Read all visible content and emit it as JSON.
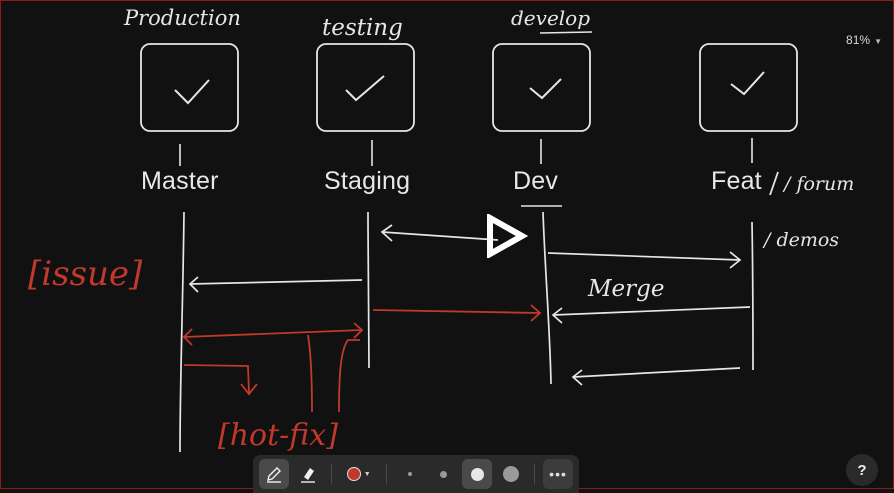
{
  "annotations": {
    "production": "Production",
    "testing": "testing",
    "develop": "develop",
    "issue": "[issue]",
    "hotfix": "[hot-fix]",
    "merge": "Merge",
    "feat_forum": "/ forum",
    "feat_demos": "/ demos"
  },
  "branches": {
    "master": "Master",
    "staging": "Staging",
    "dev": "Dev",
    "feat": "Feat"
  },
  "zoom": {
    "label": "81%"
  },
  "toolbar": {
    "pen_icon": "pen-icon",
    "highlighter_icon": "highlighter-icon",
    "color": "#c0392b",
    "sizes": [
      "extra-small",
      "small",
      "medium",
      "large"
    ],
    "selected_size": "medium",
    "more_icon": "more-icon"
  },
  "help": {
    "label": "?"
  },
  "colors": {
    "chalk": "#e6e6e6",
    "red_ink": "#c0392b"
  }
}
